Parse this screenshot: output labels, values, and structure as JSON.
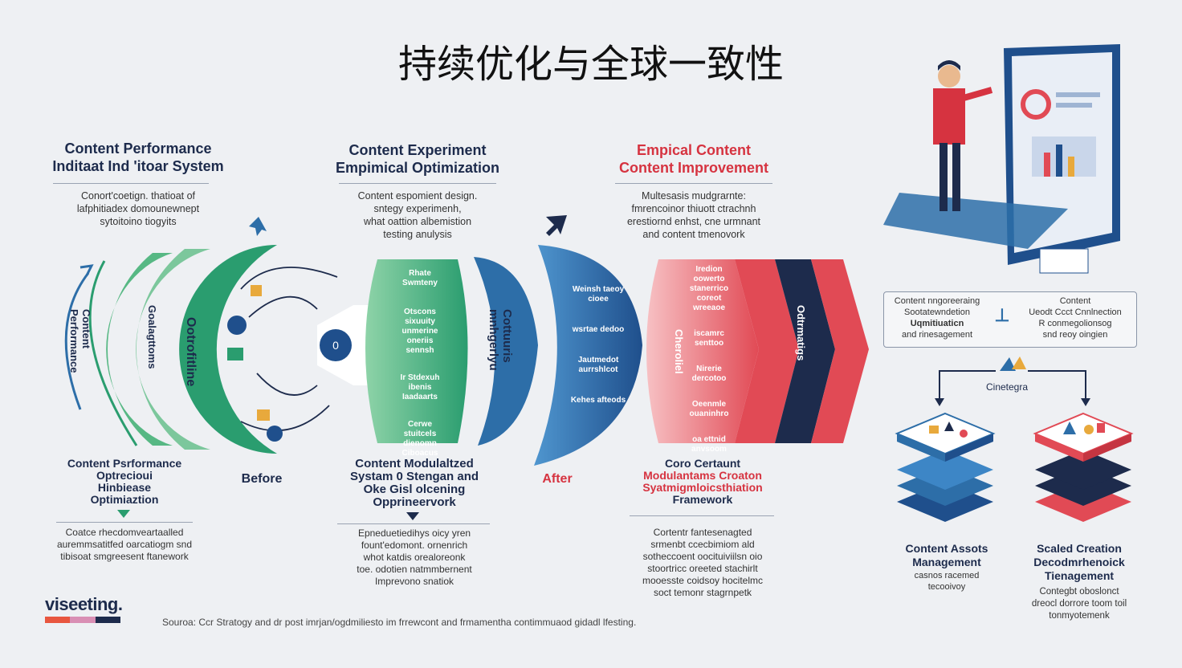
{
  "title": "持续优化与全球一致性",
  "col1": {
    "heading_1": "Content Performance",
    "heading_2": "Inditaat Ind 'itoar System",
    "desc": [
      "Conort'coetign. thatioat of",
      "lafphitiadex domounewnept",
      "sytoitoino tiogyits"
    ],
    "bottom_heading": [
      "Content Psrformance",
      "Optrecioui",
      "Hinbiease",
      "Optimiaztion"
    ],
    "bottom_desc": [
      "Coatce rhecdomveartaalled",
      "auremmsatitfed oarcatiogm snd",
      "tibisoat smgreesent ftanework"
    ],
    "vertical_1": "Content Performance",
    "vertical_2": "Goalagttoms",
    "vertical_3": "Ootrofitline"
  },
  "col2": {
    "heading_1": "Content Experiment",
    "heading_2": "Empimical Optimization",
    "desc": [
      "Content espomient design.",
      "sntegy experimenh,",
      "what oattion albemistion",
      "testing anulysis"
    ],
    "bottom_heading": [
      "Content Modulaltzed",
      "Systam 0 Stengan and",
      "Oke Gisl olcening",
      "Opprineervork"
    ],
    "bottom_desc": [
      "Epneduetiedihys oicy yren",
      "fount'edomont. ornenrich",
      "whot katdis orealoreonk",
      "toe. odotien natmmbernent",
      "Imprevono snatiok"
    ],
    "center_icon": "0",
    "green_block": [
      "Rhate Swmteny",
      "Otscons sixuuity unmerine oneriis sennsh",
      "Ir Stdexuh ibenis Iaadaarts",
      "Cerwe stuitcels dienomn Ciboacus"
    ],
    "vertical_4": "Cottuuris mnhgerlyu"
  },
  "col3": {
    "heading_1": "Empical Content",
    "heading_2": "Content Improvement",
    "desc": [
      "Multesasis mudgrarnte:",
      "fmrencoinor thiuott ctrachnh",
      "erestiornd enhst, cne urmnant",
      "and content tmenovork"
    ],
    "bottom_heading": [
      "Coro Certaunt",
      "Modulantams Croaton",
      "Syatmigmloicsthiation",
      "Framework"
    ],
    "bottom_desc": [
      "Cortentr fantesenagted",
      "srmenbt ccecbimiom ald",
      "sotheccoent oocituiviilsn oio",
      "stoortricc oreeted stachirlt",
      "mooesste coidsoy hocitelmc",
      "soct temonr stagrnpetk"
    ],
    "blue_block": [
      "Weinsh taeoy cioee",
      "wsrtae dedoo",
      "Jautmedot aurrshlcot",
      "Kehes afteods"
    ],
    "red_block": [
      "Iredion oowerto stanerrico coreot wreeaoe",
      "iscamrc senttoo",
      "Nirerie dercotoo",
      "Oeenmle ouaninhro",
      "oa ettnid anvsoom"
    ],
    "vertical_5": "Cheroliel",
    "vertical_6": "Odtrmatigs"
  },
  "labels": {
    "before": "Before",
    "after": "After"
  },
  "right_panel": {
    "box_left": [
      "Content nngoreeraing",
      "Sootatewndetion",
      "Uqmitiuaticn",
      "and rinesagement"
    ],
    "box_right": [
      "Content",
      "Ueodt Ccct Cnnlnection",
      "R conmegolionsog",
      "snd reoy oingien"
    ],
    "hub_label": "Cinetegra",
    "left_stack_heading": [
      "Content Assots",
      "Management"
    ],
    "left_stack_desc": [
      "casnos racemed",
      "tecooivoy"
    ],
    "right_stack_heading": [
      "Scaled Creation",
      "Decodmrhenoick",
      "Tienagement"
    ],
    "right_stack_desc": [
      "Contegbt oboslonct",
      "dreocl dorrore toom toil",
      "tonmyotemenk"
    ]
  },
  "footer": {
    "logo": "viseeting.",
    "logo_colors": [
      "#e8563f",
      "#d98fb4",
      "#1d2b4c"
    ],
    "source": "Souroa: Ccr Stratogy and dr post imrjan/ogdmiliesto im frrewcont and frmamentha contimmuaod gidadl lfesting."
  },
  "colors": {
    "navy": "#1d2b4c",
    "green": "#2a9d6f",
    "light_green": "#7cc79c",
    "blue": "#2d6ea8",
    "dark_blue": "#1f4f8c",
    "red": "#d63340",
    "light_red": "#f2a3a8"
  }
}
